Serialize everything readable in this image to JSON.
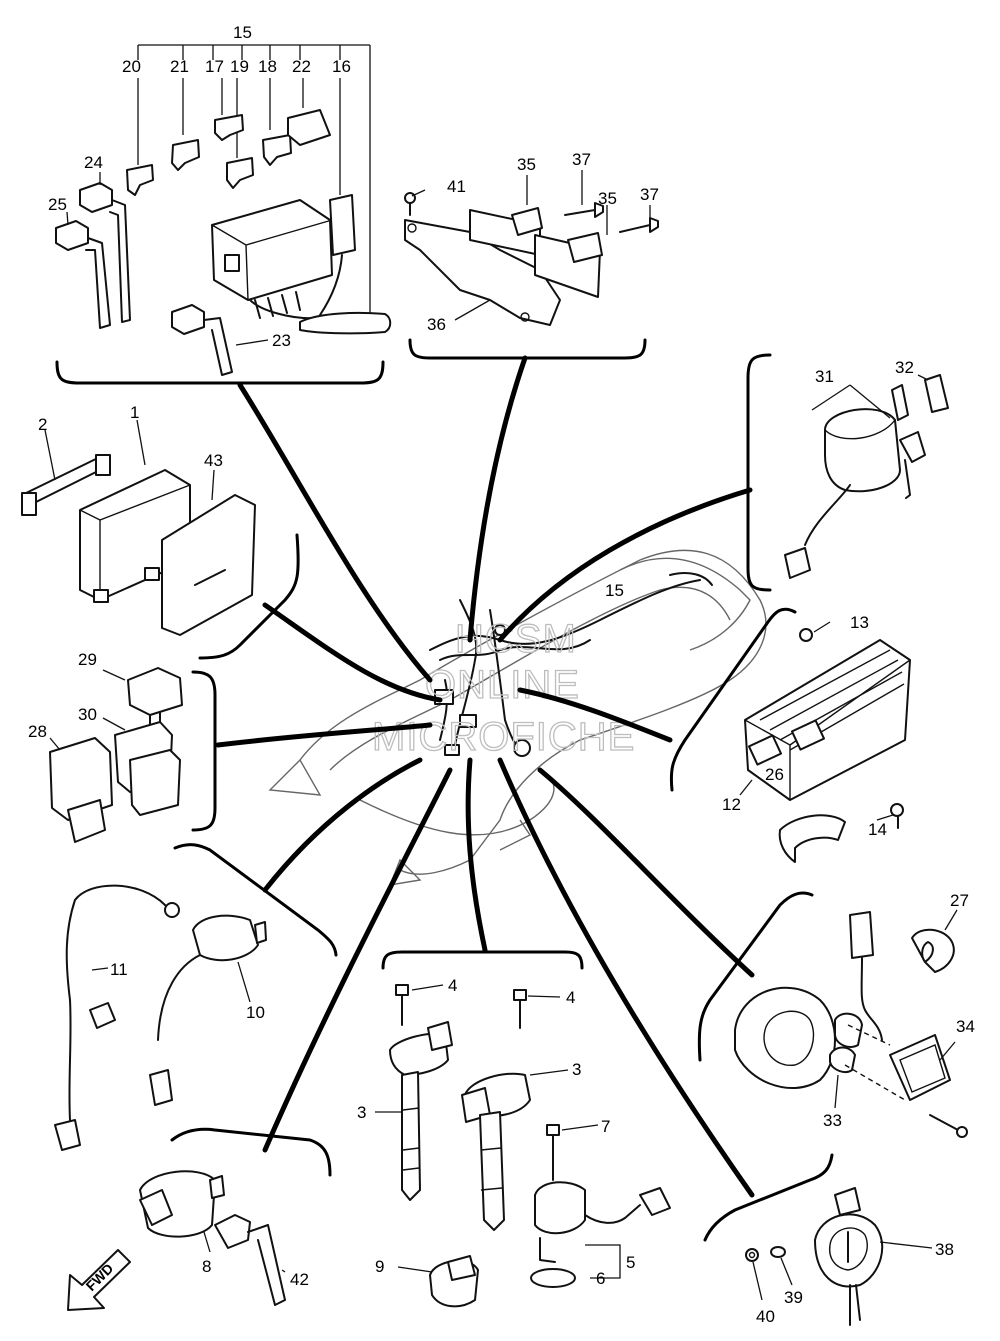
{
  "diagram": {
    "callouts": [
      {
        "id": "c15top",
        "text": "15"
      },
      {
        "id": "c20",
        "text": "20"
      },
      {
        "id": "c21",
        "text": "21"
      },
      {
        "id": "c17",
        "text": "17"
      },
      {
        "id": "c19",
        "text": "19"
      },
      {
        "id": "c18",
        "text": "18"
      },
      {
        "id": "c22",
        "text": "22"
      },
      {
        "id": "c16",
        "text": "16"
      },
      {
        "id": "c24",
        "text": "24"
      },
      {
        "id": "c25",
        "text": "25"
      },
      {
        "id": "c23",
        "text": "23"
      },
      {
        "id": "c41",
        "text": "41"
      },
      {
        "id": "c35a",
        "text": "35"
      },
      {
        "id": "c37a",
        "text": "37"
      },
      {
        "id": "c35b",
        "text": "35"
      },
      {
        "id": "c37b",
        "text": "37"
      },
      {
        "id": "c36",
        "text": "36"
      },
      {
        "id": "c31",
        "text": "31"
      },
      {
        "id": "c32",
        "text": "32"
      },
      {
        "id": "c2",
        "text": "2"
      },
      {
        "id": "c1",
        "text": "1"
      },
      {
        "id": "c43",
        "text": "43"
      },
      {
        "id": "c15mid",
        "text": "15"
      },
      {
        "id": "c13",
        "text": "13"
      },
      {
        "id": "c12",
        "text": "12"
      },
      {
        "id": "c26",
        "text": "26"
      },
      {
        "id": "c14",
        "text": "14"
      },
      {
        "id": "c29",
        "text": "29"
      },
      {
        "id": "c30",
        "text": "30"
      },
      {
        "id": "c28",
        "text": "28"
      },
      {
        "id": "c11",
        "text": "11"
      },
      {
        "id": "c10",
        "text": "10"
      },
      {
        "id": "c4a",
        "text": "4"
      },
      {
        "id": "c4b",
        "text": "4"
      },
      {
        "id": "c3a",
        "text": "3"
      },
      {
        "id": "c3b",
        "text": "3"
      },
      {
        "id": "c7",
        "text": "7"
      },
      {
        "id": "c5",
        "text": "5"
      },
      {
        "id": "c6",
        "text": "6"
      },
      {
        "id": "c27",
        "text": "27"
      },
      {
        "id": "c34",
        "text": "34"
      },
      {
        "id": "c33",
        "text": "33"
      },
      {
        "id": "c38",
        "text": "38"
      },
      {
        "id": "c39",
        "text": "39"
      },
      {
        "id": "c40",
        "text": "40"
      },
      {
        "id": "c8",
        "text": "8"
      },
      {
        "id": "c9",
        "text": "9"
      },
      {
        "id": "c42",
        "text": "42"
      }
    ],
    "fwd_label": "FWD",
    "watermark": [
      "HCSM",
      "ONLINE",
      "MICROFICHE"
    ]
  }
}
